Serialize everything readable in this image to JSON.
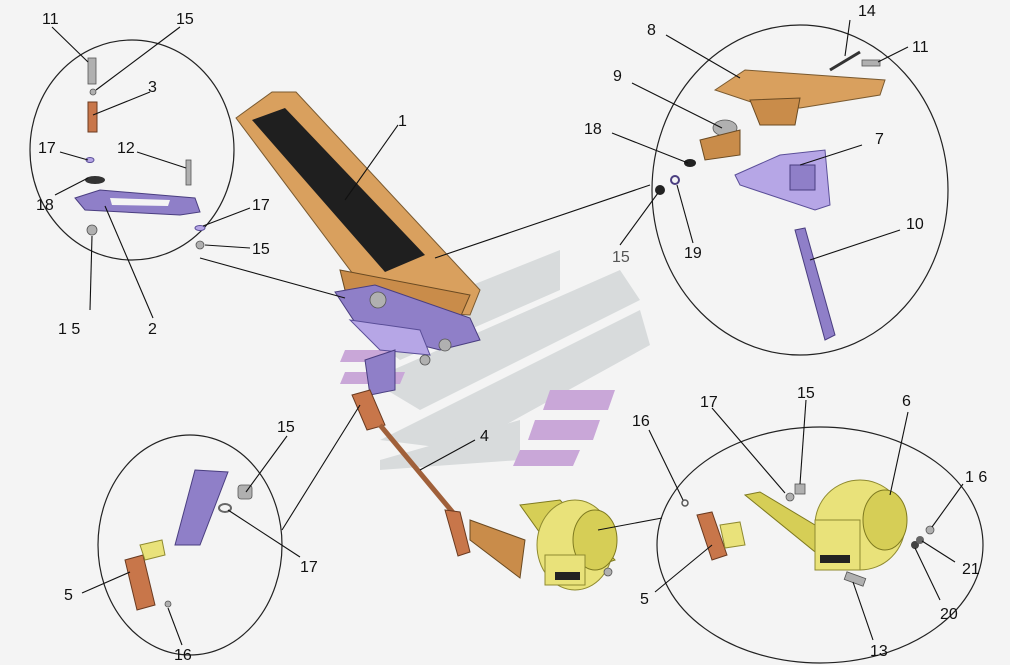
{
  "labels": {
    "n1": "1",
    "n2": "2",
    "n3": "3",
    "n4": "4",
    "n5a": "5",
    "n5b": "5",
    "n6": "6",
    "n7": "7",
    "n8": "8",
    "n9": "9",
    "n10": "10",
    "n11a": "11",
    "n11b": "11",
    "n12": "12",
    "n13": "13",
    "n14": "14",
    "n15a": "15",
    "n15b": "15",
    "n15c": "1 5",
    "n15d": "15",
    "n15e": "15",
    "n15f": "15",
    "n16a": "16",
    "n16b": "16",
    "n16c": "1 6",
    "n17a": "17",
    "n17b": "17",
    "n17c": "17",
    "n17d": "17",
    "n18a": "18",
    "n18b": "18",
    "n19": "19",
    "n20": "20",
    "n21": "21"
  },
  "colors": {
    "pedal": "#d9a05e",
    "bracket": "#8f7fc8",
    "cylinder": "#e9e27a",
    "watermark": "#d4d7d8",
    "watermark_accent": "#c9a0d8"
  }
}
